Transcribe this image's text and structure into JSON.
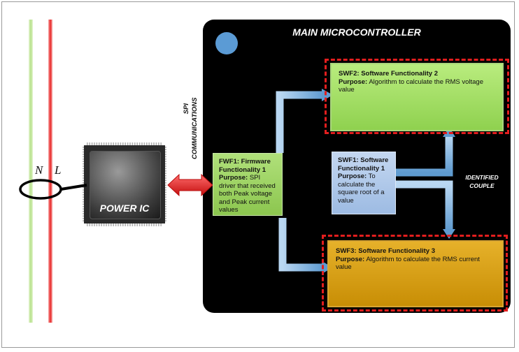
{
  "wires": {
    "neutral_label": "N",
    "line_label": "L"
  },
  "power_ic": {
    "label": "POWER IC"
  },
  "spi": {
    "line1": "SPI",
    "line2": "COMMUNICATIONS"
  },
  "mcu": {
    "title": "MAIN MICROCONTROLLER"
  },
  "fwf1": {
    "title": "FWF1: Firmware Functionality 1",
    "purpose_label": "Purpose:",
    "purpose_text": "SPI driver that received both Peak voltage and Peak current values"
  },
  "swf1": {
    "title": "SWF1: Software Functionality 1",
    "purpose_label": "Purpose:",
    "purpose_text": "To calculate the square root of a value"
  },
  "swf2": {
    "title": "SWF2: Software Functionality 2",
    "purpose_label": "Purpose:",
    "purpose_text": "Algorithm to calculate the RMS voltage value"
  },
  "swf3": {
    "title": "SWF3: Software Functionality 3",
    "purpose_label": "Purpose:",
    "purpose_text": "Algorithm to calculate the RMS current value"
  },
  "couple": {
    "line1": "IDENTIFIED",
    "line2": "COUPLE"
  },
  "colors": {
    "panel": "#000000",
    "green_box": "#8fd14f",
    "blue_box": "#9dbbe3",
    "orange_box": "#c88e05",
    "arrow_blue": "#7fb3e0",
    "spi_arrow": "#e81c1c",
    "dashed_border": "#e21e1e",
    "neutral_wire": "#b5e08a",
    "line_wire": "#e82525"
  }
}
